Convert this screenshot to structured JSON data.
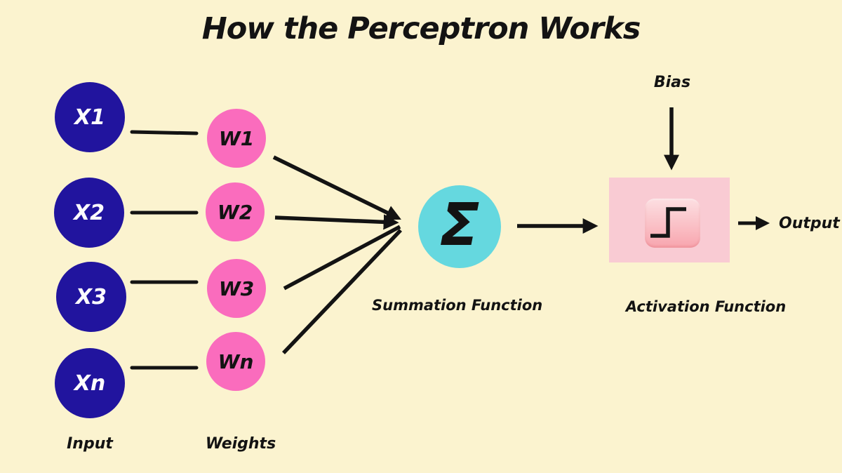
{
  "title": "How the Perceptron Works",
  "input_nodes": [
    {
      "label": "X1"
    },
    {
      "label": "X2"
    },
    {
      "label": "X3"
    },
    {
      "label": "Xn"
    }
  ],
  "weight_nodes": [
    {
      "label": "W1"
    },
    {
      "label": "W2"
    },
    {
      "label": "W3"
    },
    {
      "label": "Wn"
    }
  ],
  "columns": {
    "input_label": "Input",
    "weights_label": "Weights"
  },
  "summation": {
    "symbol": "Σ",
    "caption": "Summation Function"
  },
  "activation": {
    "caption": "Activation Function",
    "bias_label": "Bias",
    "output_label": "Output",
    "icon": "step-function-icon"
  },
  "colors": {
    "background": "#FBF3CF",
    "input_node": "#21149E",
    "weight_node": "#FA6CBD",
    "summation_node": "#65D8DF",
    "activation_box": "#F9CBD3",
    "arrow": "#131313",
    "text": "#131313",
    "input_node_text": "#FDFDFD"
  }
}
